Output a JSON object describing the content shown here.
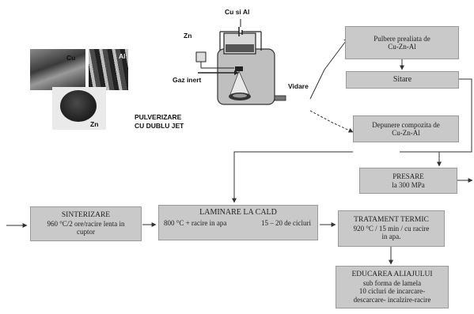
{
  "materials": {
    "cu_label": "Cu",
    "al_label": "Al",
    "zn_label": "Zn"
  },
  "apparatus": {
    "top_label": "Cu si Al",
    "zn_label": "Zn",
    "gas_label": "Gaz inert",
    "vacuum_label": "Vidare",
    "process_line1": "PULVERIZARE",
    "process_line2": "CU DUBLU JET"
  },
  "boxes": {
    "powder": {
      "line1": "Pulbere prealiata de",
      "line2": "Cu-Zn-Al"
    },
    "sieving": {
      "title": "Sitare"
    },
    "deposit": {
      "line1": "Depunere compozita de",
      "line2": "Cu-Zn-Al"
    },
    "pressing": {
      "title": "PRESARE",
      "line2": "la 300 MPa"
    },
    "sintering": {
      "title": "SINTERIZARE",
      "line2": "960 °C/2 ore/racire lenta in",
      "line3": "cuptor"
    },
    "rolling": {
      "title": "LAMINARE LA CALD",
      "line2": "800 °C + racire in apa",
      "cycles": "15 – 20 de cicluri"
    },
    "thermal": {
      "title": "TRATAMENT TERMIC",
      "line2": "920 °C / 15 min / cu racire",
      "line3": "in apa."
    },
    "education": {
      "title": "EDUCAREA ALIAJULUI",
      "line2": "sub forma de lamela",
      "line3": "10 cicluri de incarcare-",
      "line4": "descarcare- incalzire-racire"
    }
  }
}
